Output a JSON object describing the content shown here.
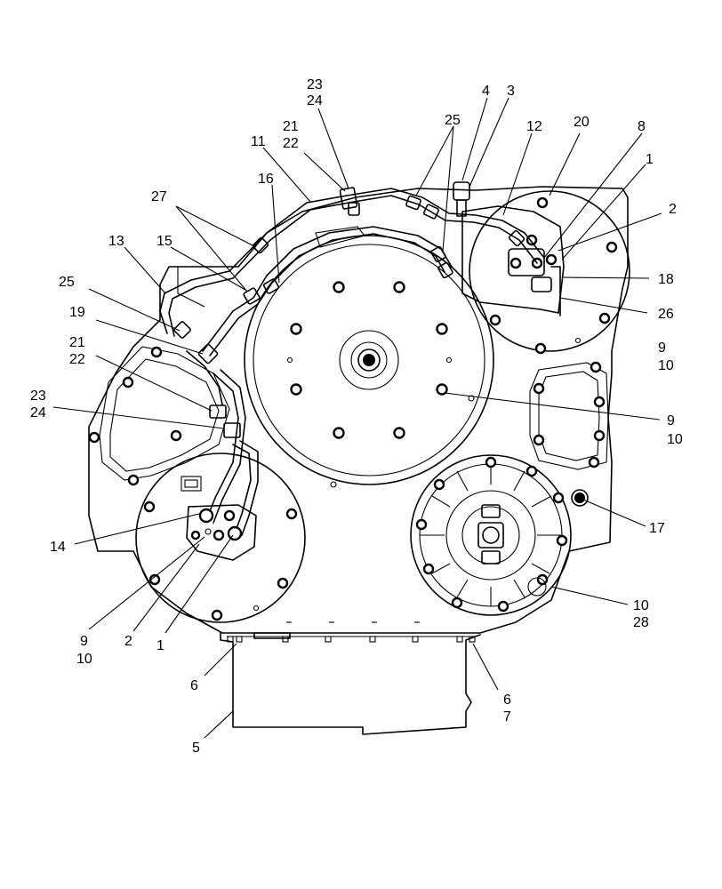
{
  "callouts": {
    "c23a": "23",
    "c24a": "24",
    "c4": "4",
    "c3": "3",
    "c25a": "25",
    "c12": "12",
    "c20": "20",
    "c8": "8",
    "c21a": "21",
    "c22a": "22",
    "c11": "11",
    "c1a": "1",
    "c27": "27",
    "c16": "16",
    "c2a": "2",
    "c13": "13",
    "c15": "15",
    "c18": "18",
    "c25b": "25",
    "c26": "26",
    "c19": "19",
    "c9a": "9",
    "c10a": "10",
    "c21b": "21",
    "c22b": "22",
    "c23b": "23",
    "c24b": "24",
    "c9b": "9",
    "c10b": "10",
    "c17": "17",
    "c14": "14",
    "c10c": "10",
    "c28": "28",
    "c9c": "9",
    "c10d": "10",
    "c2b": "2",
    "c1b": "1",
    "c6a": "6",
    "c6b": "6",
    "c7": "7",
    "c5": "5"
  }
}
